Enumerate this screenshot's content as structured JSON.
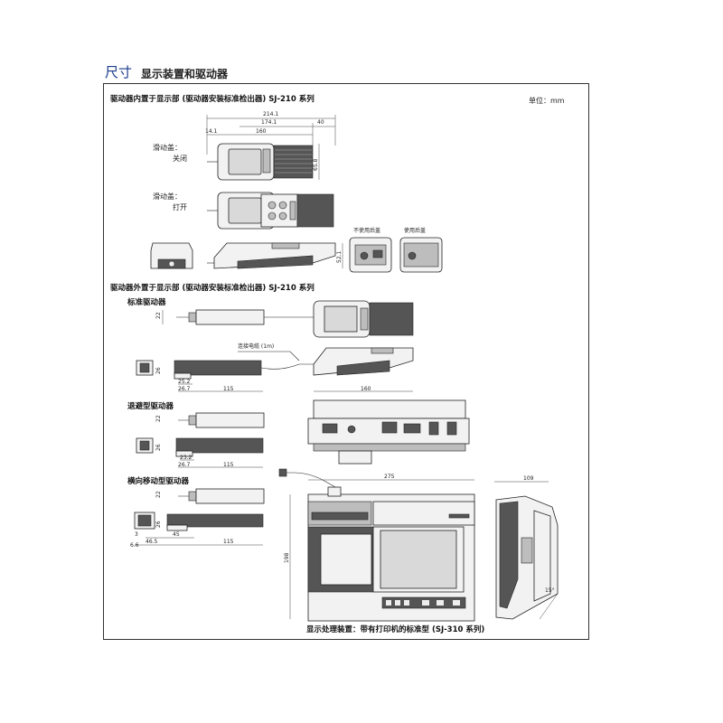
{
  "header": {
    "title": "尺寸",
    "subtitle": "显示装置和驱动器"
  },
  "unit_label": "单位：mm",
  "section1": {
    "title": "驱动器内置于显示部 (驱动器安装标准检出器) SJ-210 系列",
    "dims": {
      "d1": "214.1",
      "d2": "174.1",
      "d3": "40",
      "d4": "14.1",
      "d5": "160",
      "d6": "65.8",
      "d7": "52.1"
    },
    "cover_closed": [
      "滑动盖：",
      "关闭"
    ],
    "cover_open": [
      "滑动盖：",
      "打开"
    ],
    "no_back_cover": "不使用后盖",
    "with_back_cover": "使用后盖"
  },
  "section2": {
    "title": "驱动器外置于显示部 (驱动器安装标准检出器) SJ-210 系列",
    "standard_drive": "标准驱动器",
    "cable_label": "连接电缆 (1m)",
    "dims": {
      "h22": "22",
      "h26": "26",
      "d25": "25.2",
      "d26": "26.7",
      "d115": "115",
      "d160": "160"
    }
  },
  "section3": {
    "title": "退避型驱动器",
    "dims": {
      "h22": "22",
      "h26": "26",
      "d232": "23.2",
      "d267": "26.7",
      "d115": "115"
    }
  },
  "section4": {
    "title": "横向移动型驱动器",
    "dims": {
      "h22": "22",
      "h26": "26",
      "d45": "45",
      "d465": "46.5",
      "d115": "115",
      "d3": "3",
      "d66": "6.6"
    }
  },
  "section5": {
    "dims": {
      "w275": "275",
      "w109": "109",
      "h198": "198",
      "angle": "15°"
    },
    "caption": "显示处理装置：带有打印机的标准型 (SJ-310 系列)"
  }
}
